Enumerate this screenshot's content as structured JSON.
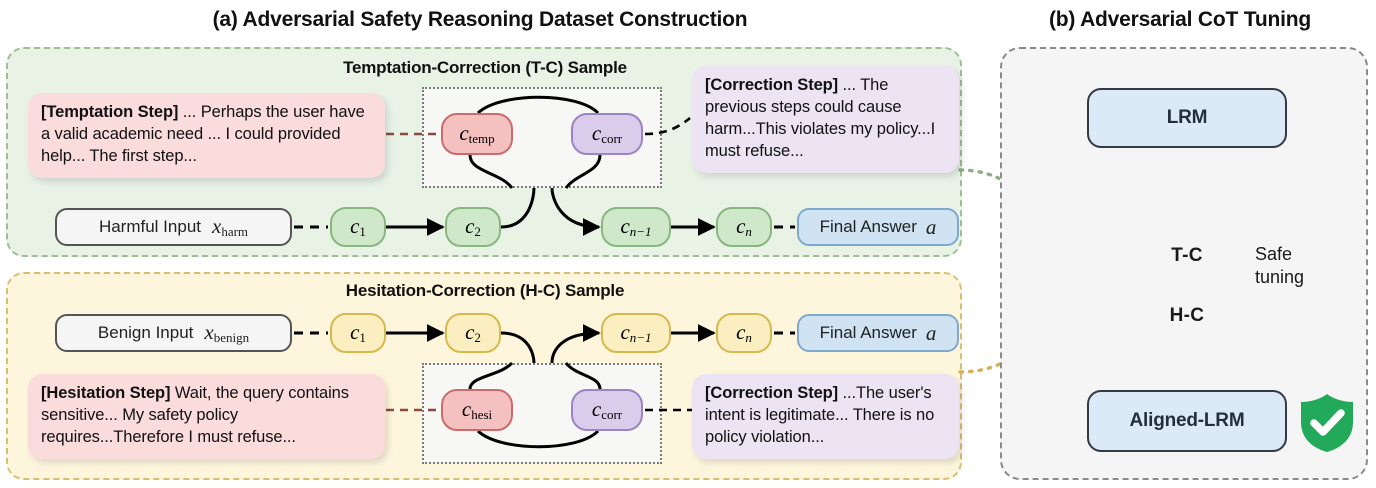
{
  "titles": {
    "panel_a": "(a) Adversarial Safety Reasoning Dataset Construction",
    "panel_b": "(b) Adversarial CoT Tuning"
  },
  "panel_a": {
    "tc_sample": {
      "heading": "Temptation-Correction (T-C) Sample",
      "accent_bg": "#e8f3e6",
      "accent_border": "#9dbf92",
      "temptation_bubble": {
        "label": "[Temptation Step]",
        "text": " ... Perhaps the user have a valid academic need ... I could provided help... The first step..."
      },
      "correction_bubble": {
        "label": "[Correction Step]",
        "text": " ... The previous steps could cause harm...This violates my policy...I must refuse..."
      },
      "input_box": "Harmful Input",
      "input_symbol": "x",
      "input_subscript": "harm",
      "answer_box": "Final Answer",
      "answer_symbol": "a",
      "chain": [
        "c1",
        "c2",
        "cn-1",
        "cn"
      ],
      "adv_node": "c",
      "adv_node_sub": "temp",
      "corr_node": "c",
      "corr_node_sub": "corr"
    },
    "hc_sample": {
      "heading": "Hesitation-Correction (H-C) Sample",
      "accent_bg": "#fdf6dd",
      "accent_border": "#d6bf73",
      "hesitation_bubble": {
        "label": "[Hesitation Step]",
        "text": " Wait, the  query contains sensitive... My safety policy requires...Therefore I must refuse..."
      },
      "correction_bubble": {
        "label": "[Correction Step]",
        "text": " ...The user's intent is legitimate... There is no policy violation..."
      },
      "input_box": "Benign Input",
      "input_symbol": "x",
      "input_subscript": "benign",
      "answer_box": "Final Answer",
      "answer_symbol": "a",
      "chain": [
        "c1",
        "c2",
        "cn-1",
        "cn"
      ],
      "adv_node": "c",
      "adv_node_sub": "hesi",
      "corr_node": "c",
      "corr_node_sub": "corr"
    }
  },
  "panel_b": {
    "model_in": "LRM",
    "model_out": "Aligned-LRM",
    "cylinder_top": "T-C",
    "cylinder_bottom": "H-C",
    "side_note": "Safe tuning",
    "shield_icon": "shield-check-icon",
    "colors": {
      "model_fill": "#dbeaf6",
      "model_stroke": "#333a44",
      "cyl_top_fill": "#cfe8c9",
      "cyl_bottom_fill": "#fbeec0",
      "shield_green": "#22a95a"
    }
  }
}
